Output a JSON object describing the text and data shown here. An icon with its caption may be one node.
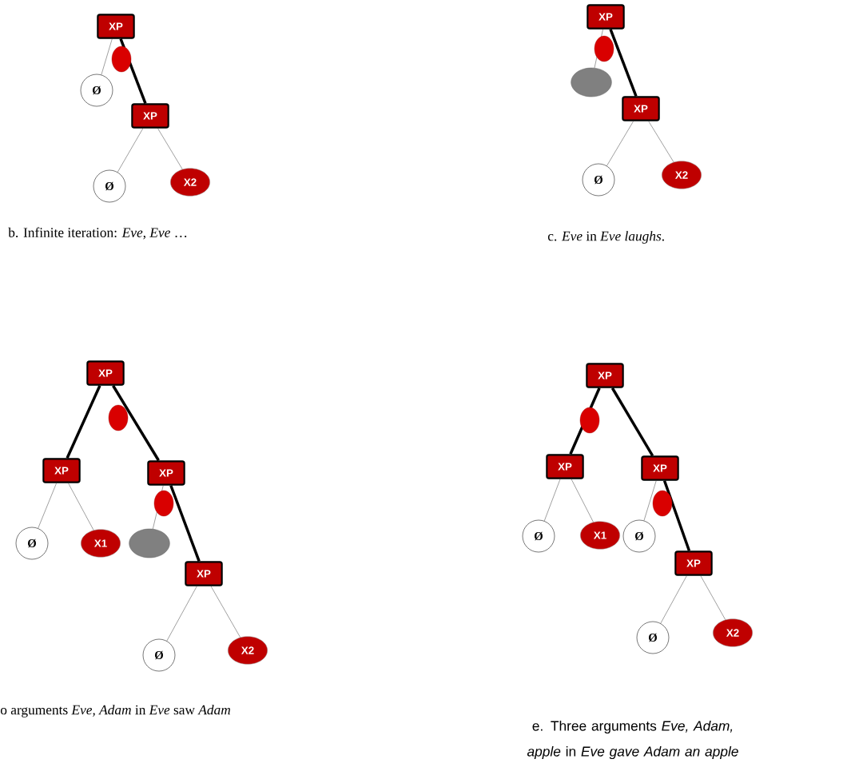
{
  "diagram": {
    "nodes": [
      {
        "text": [
          "XP"
        ]
      },
      {
        "text": [
          "Ø"
        ]
      },
      {
        "text": [
          "XP"
        ]
      },
      {
        "text": [
          "Ø"
        ]
      },
      {
        "text": [
          "X2"
        ]
      },
      {
        "text": [
          "XP"
        ]
      },
      {
        "text": [],
        "shape": "ellipse"
      },
      {
        "text": [
          "XP"
        ]
      },
      {
        "text": [
          "Ø"
        ]
      },
      {
        "text": [
          "X2"
        ]
      },
      {
        "text": [
          "XP"
        ]
      },
      {
        "text": [
          "XP"
        ]
      },
      {
        "text": [
          "Ø"
        ]
      },
      {
        "text": [
          "X1"
        ]
      },
      {
        "text": [
          "XP"
        ]
      },
      {
        "text": [],
        "shape": "ellipse"
      },
      {
        "text": [
          "XP"
        ]
      },
      {
        "text": [
          "Ø"
        ]
      },
      {
        "text": [
          "X2"
        ]
      },
      {
        "text": [
          "XP"
        ]
      },
      {
        "text": [
          "XP"
        ]
      },
      {
        "text": [
          "Ø"
        ]
      },
      {
        "text": [
          "X1"
        ]
      },
      {
        "text": [
          "XP"
        ]
      },
      {
        "text": [
          "Ø"
        ]
      },
      {
        "text": [
          "XP"
        ]
      },
      {
        "text": [
          "Ø"
        ]
      },
      {
        "text": [
          "X2"
        ]
      }
    ],
    "edges": [
      {
        "from": 0,
        "to": 1,
        "arrow": "none"
      },
      {
        "from": 0,
        "to": 2,
        "arrow": "none",
        "style": "thick"
      },
      {
        "from": 2,
        "to": 3,
        "arrow": "none"
      },
      {
        "from": 2,
        "to": 4,
        "arrow": "none"
      },
      {
        "from": 5,
        "to": 6,
        "arrow": "none"
      },
      {
        "from": 5,
        "to": 7,
        "arrow": "none",
        "style": "thick"
      },
      {
        "from": 7,
        "to": 8,
        "arrow": "none"
      },
      {
        "from": 7,
        "to": 9,
        "arrow": "none"
      },
      {
        "from": 10,
        "to": 11,
        "arrow": "none",
        "style": "thick"
      },
      {
        "from": 10,
        "to": 14,
        "arrow": "none",
        "style": "thick"
      },
      {
        "from": 11,
        "to": 12,
        "arrow": "none"
      },
      {
        "from": 11,
        "to": 13,
        "arrow": "none"
      },
      {
        "from": 14,
        "to": 15,
        "arrow": "none"
      },
      {
        "from": 14,
        "to": 16,
        "arrow": "none",
        "style": "thick"
      },
      {
        "from": 16,
        "to": 17,
        "arrow": "none"
      },
      {
        "from": 16,
        "to": 18,
        "arrow": "none"
      },
      {
        "from": 19,
        "to": 20,
        "arrow": "none",
        "style": "thick"
      },
      {
        "from": 19,
        "to": 23,
        "arrow": "none",
        "style": "thick"
      },
      {
        "from": 20,
        "to": 21,
        "arrow": "none"
      },
      {
        "from": 20,
        "to": 22,
        "arrow": "none"
      },
      {
        "from": 23,
        "to": 24,
        "arrow": "none"
      },
      {
        "from": 23,
        "to": 25,
        "arrow": "none",
        "style": "thick"
      },
      {
        "from": 25,
        "to": 26,
        "arrow": "none"
      },
      {
        "from": 25,
        "to": 27,
        "arrow": "none"
      }
    ],
    "labels": [
      "b. Infinite iteration: *Eve*, *Eve* …",
      "c. *Eve* in *Eve laughs*.",
      "o arguments *Eve, Adam* in *Eve* saw *Adam*",
      "e. Three arguments *Eve, Adam, apple* in *Eve gave Adam an apple*"
    ]
  }
}
